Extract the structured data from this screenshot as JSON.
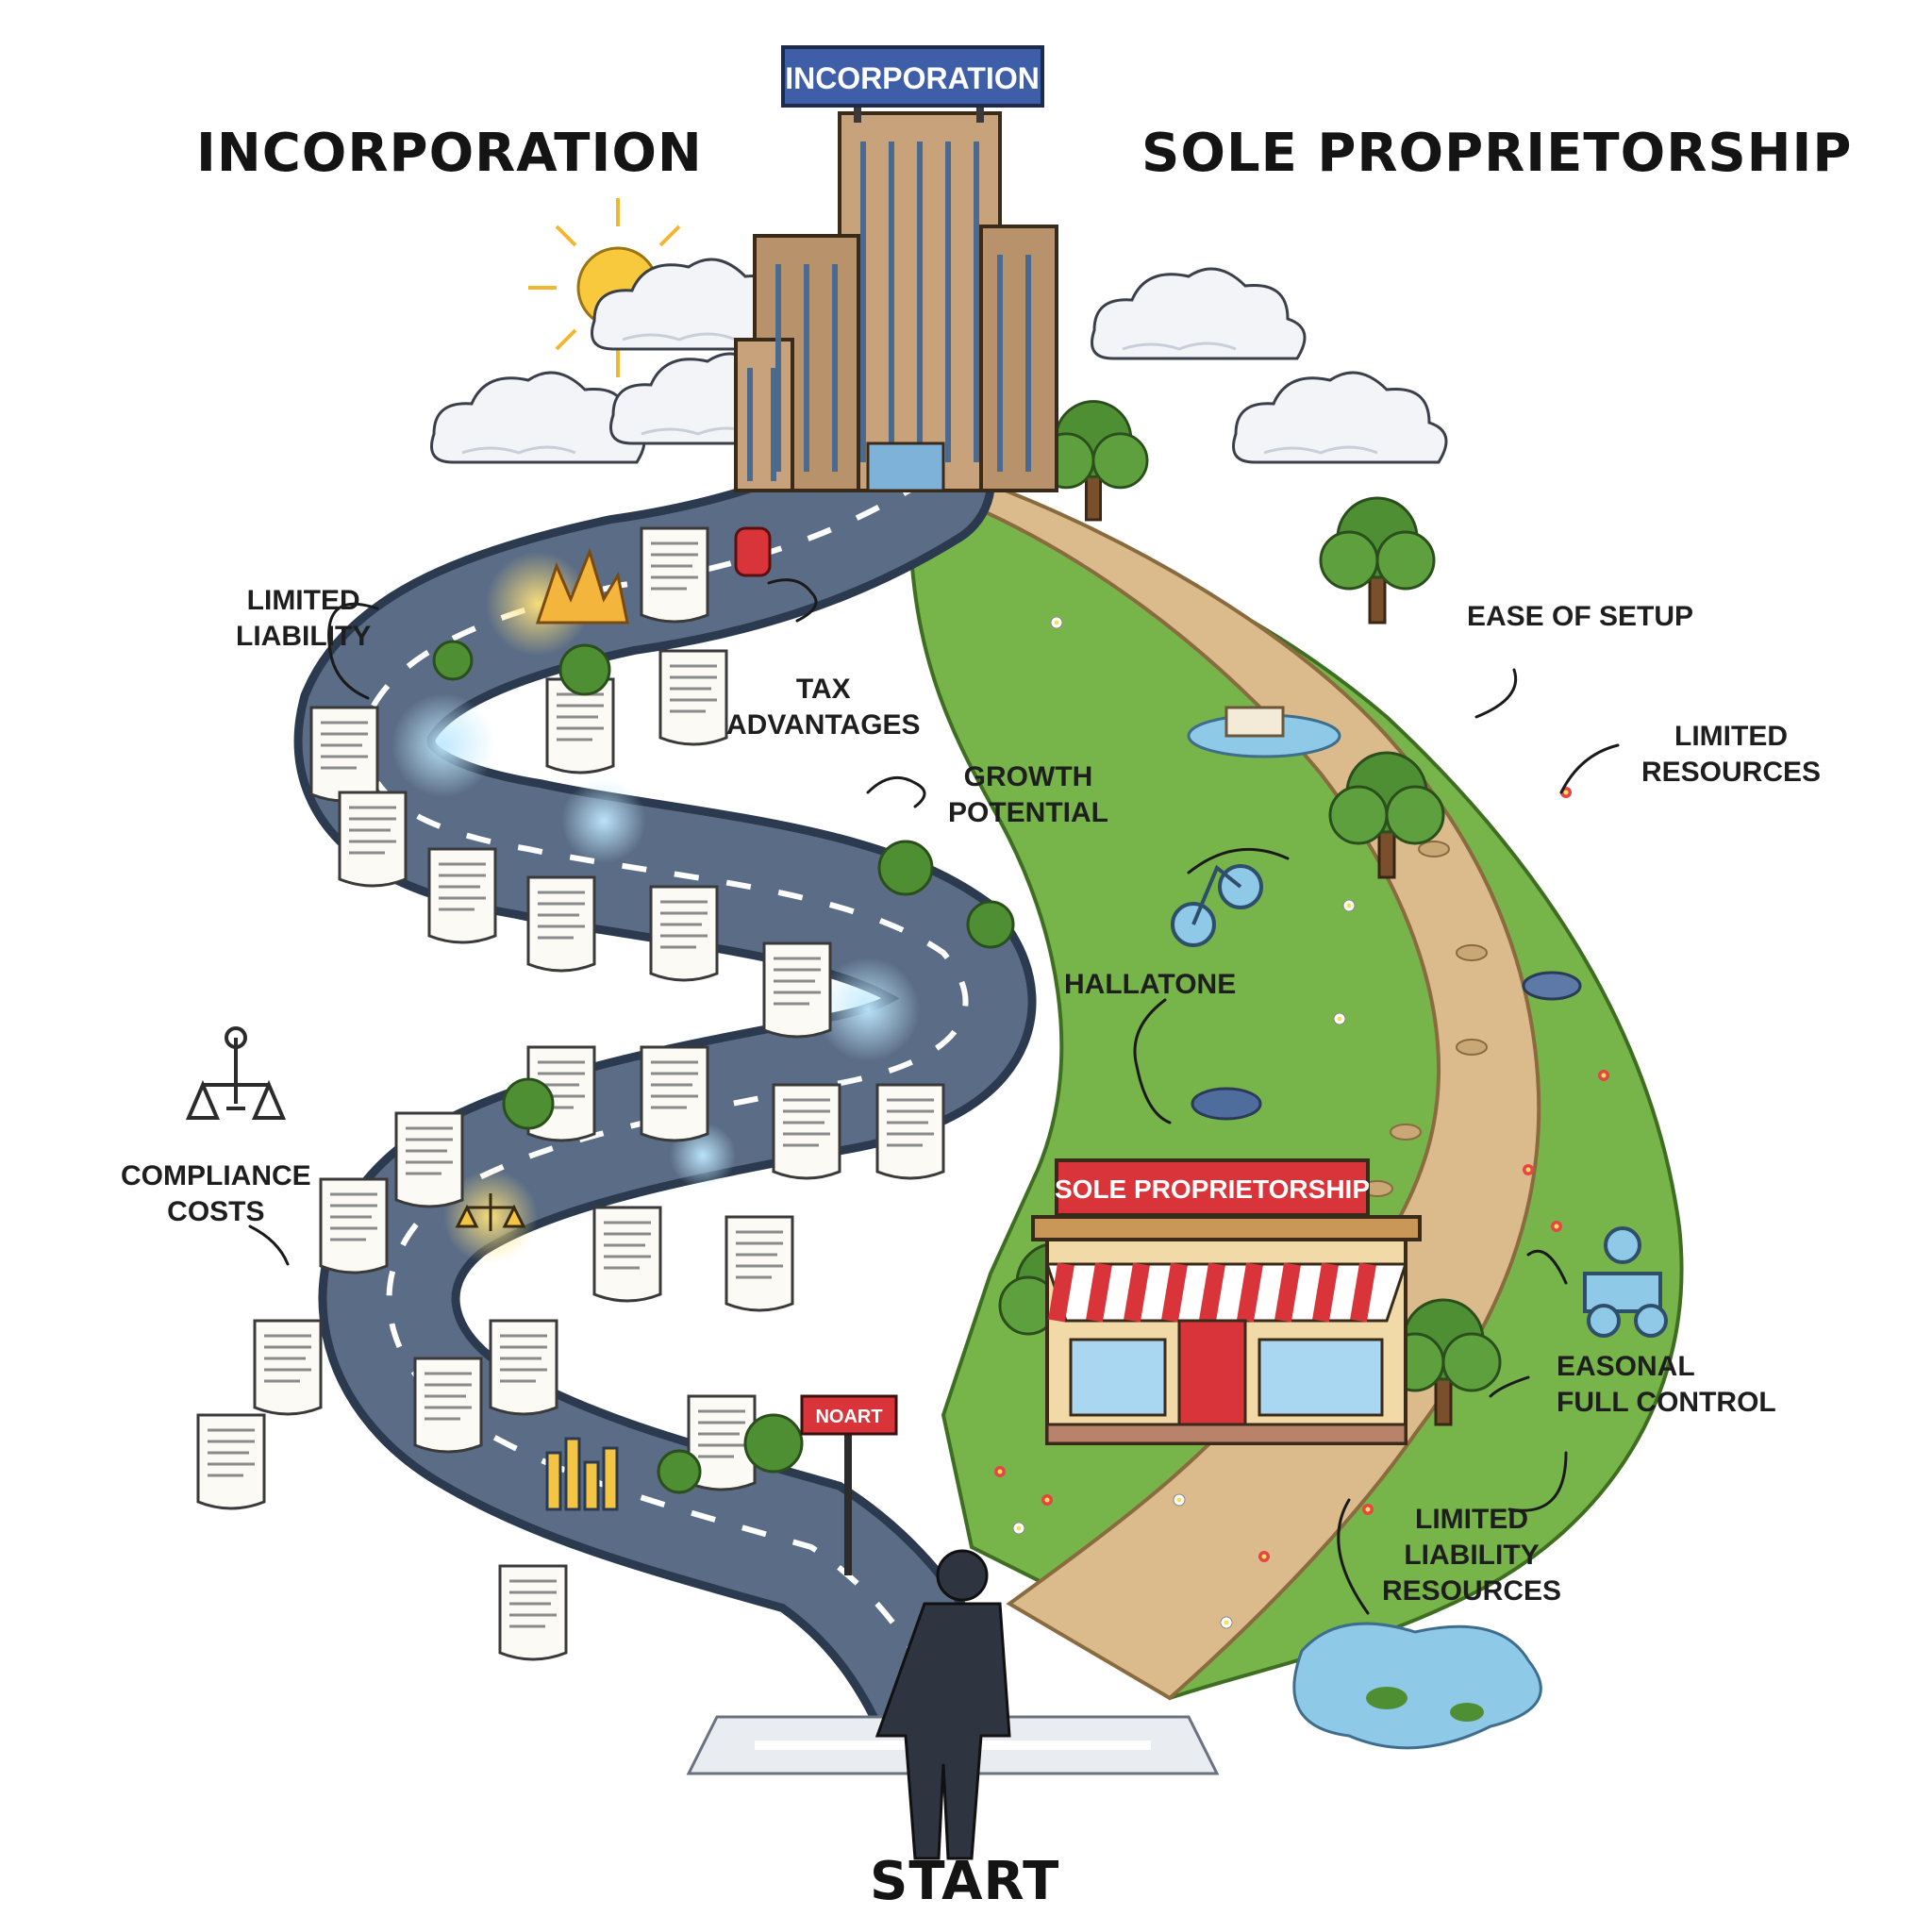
{
  "headings": {
    "incorporation": "INCORPORATION",
    "sole_proprietorship": "SOLE PROPRIETORSHIP",
    "start": "START"
  },
  "signs": {
    "tower": "INCORPORATION",
    "shop": "SOLE PROPRIETORSHIP",
    "road_sign": "NOART"
  },
  "incorporation_labels": {
    "limited_liability": [
      "LIMITED",
      "LIABILITY"
    ],
    "tax_advantages": [
      "TAX",
      "ADVANTAGES"
    ],
    "growth_potential": [
      "GROWTH",
      "POTENTIAL"
    ],
    "compliance_costs": [
      "COMPLIANCE",
      "COSTS"
    ]
  },
  "sole_proprietorship_labels": {
    "ease_of_setup": "EASE OF SETUP",
    "limited_resources": [
      "LIMITED",
      "RESOURCES"
    ],
    "hallatone": "HALLATONE",
    "easonal_full_control": [
      "EASONAL",
      "FULL CONTROL"
    ],
    "limited_liability_resources": [
      "LIMITED",
      "LIABILITY",
      "RESOURCES"
    ]
  },
  "icons": [
    "sun-icon",
    "cloud-icon",
    "office-tower-icon",
    "storefront-icon",
    "person-icon",
    "scales-icon",
    "document-icon",
    "tree-icon",
    "pond-icon",
    "scooter-icon",
    "tractor-icon",
    "rock-icon",
    "bar-chart-icon",
    "fire-icon"
  ],
  "colors": {
    "road": "#5b6d86",
    "road_edge": "#2c3a4f",
    "dirt_path": "#d9b98a",
    "grass": "#6fae45",
    "tower": "#c7a27a",
    "shop_sign": "#d8343a",
    "tower_sign": "#3f5ea8",
    "person": "#2e3440",
    "water": "#8ec9e8"
  }
}
